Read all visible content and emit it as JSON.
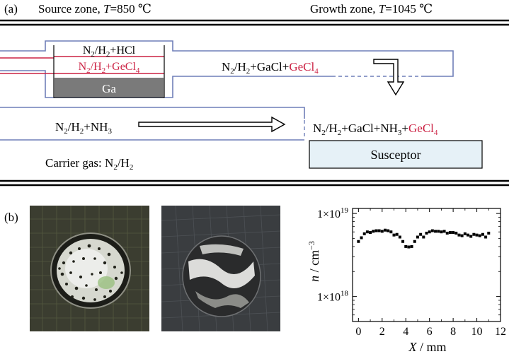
{
  "panel_a": {
    "label": "(a)",
    "source_zone": {
      "text": "Source zone, ",
      "T": "T",
      "value": "=850 ℃"
    },
    "growth_zone": {
      "text": "Growth zone, ",
      "T": "T",
      "value": "=1045 ℃"
    },
    "ga_label": "Ga",
    "susceptor_label": "Susceptor",
    "carrier_gas": {
      "text": "Carrier gas: N",
      "s1": "2",
      "mid": "/H",
      "s2": "2"
    },
    "hcl_line": {
      "a": "N",
      "s1": "2",
      "b": "/H",
      "s2": "2",
      "c": "+HCl"
    },
    "gecl4_line": {
      "a": "N",
      "s1": "2",
      "b": "/H",
      "s2": "2",
      "c": "+GeCl",
      "s3": "4"
    },
    "upper_flow": {
      "a": "N",
      "s1": "2",
      "b": "/H",
      "s2": "2",
      "c": "+GaCl+",
      "red": "GeCl",
      "s3": "4"
    },
    "nh3_line": {
      "a": "N",
      "s1": "2",
      "b": "/H",
      "s2": "2",
      "c": "+NH",
      "s3": "3"
    },
    "growth_flow": {
      "a": "N",
      "s1": "2",
      "b": "/H",
      "s2": "2",
      "c": "+GaCl+NH",
      "s3": "3",
      "d": "+",
      "red": "GeCl",
      "s4": "4"
    },
    "colors": {
      "red": "#cc2244",
      "tube": "#6f7fb8",
      "ga_fill": "#7a7a7a",
      "susceptor_fill": "#e6f1f7"
    }
  },
  "panel_b": {
    "label": "(b)",
    "chart_data": {
      "type": "scatter",
      "xlabel_var": "X",
      "xlabel_unit": " / mm",
      "ylabel_var": "n",
      "ylabel_unit": " / cm",
      "ylabel_exp": "−3",
      "yscale": "log",
      "xlim": [
        -0.5,
        12
      ],
      "ylim": [
        5e+17,
        1.15e+19
      ],
      "x_ticks": [
        0,
        2,
        4,
        6,
        8,
        10,
        12
      ],
      "y_ticks": [
        {
          "value": 1e+18,
          "label_base": "1×10",
          "label_exp": "18"
        },
        {
          "value": 1e+19,
          "label_base": "1×10",
          "label_exp": "19"
        }
      ],
      "x": [
        0,
        0.25,
        0.5,
        0.75,
        1.0,
        1.25,
        1.5,
        1.75,
        2.0,
        2.25,
        2.5,
        2.75,
        3.0,
        3.25,
        3.5,
        3.75,
        4.0,
        4.25,
        4.5,
        4.75,
        5.0,
        5.25,
        5.5,
        5.75,
        6.0,
        6.25,
        6.5,
        6.75,
        7.0,
        7.25,
        7.5,
        7.75,
        8.0,
        8.25,
        8.5,
        8.75,
        9.0,
        9.25,
        9.5,
        9.75,
        10.0,
        10.25,
        10.5,
        10.75,
        11.0
      ],
      "y": [
        4.6e+18,
        5.1e+18,
        5.7e+18,
        6e+18,
        5.9e+18,
        6.1e+18,
        6.2e+18,
        6.2e+18,
        6.1e+18,
        6.3e+18,
        6.2e+18,
        6e+18,
        5.5e+18,
        5.6e+18,
        5.2e+18,
        4.6e+18,
        4e+18,
        3.95e+18,
        4e+18,
        4.6e+18,
        5.2e+18,
        5.6e+18,
        5.2e+18,
        5.8e+18,
        6e+18,
        6.2e+18,
        6.1e+18,
        6.1e+18,
        6e+18,
        6.1e+18,
        5.8e+18,
        5.9e+18,
        5.9e+18,
        5.8e+18,
        5.5e+18,
        5.4e+18,
        5.7e+18,
        5.5e+18,
        5.3e+18,
        5.6e+18,
        5.5e+18,
        5.4e+18,
        5.6e+18,
        5.2e+18,
        5.8e+18
      ]
    }
  }
}
